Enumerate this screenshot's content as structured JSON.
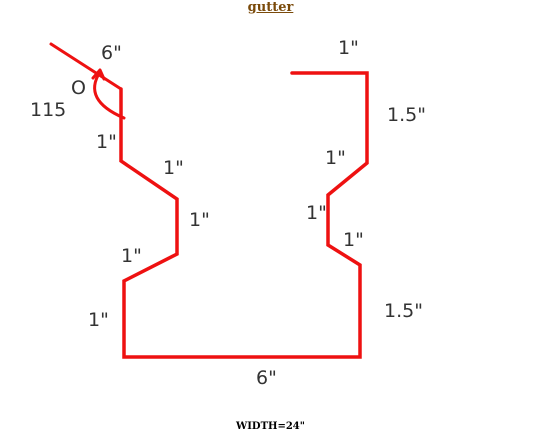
{
  "header": {
    "title_link": "gutter"
  },
  "diagram": {
    "stroke_color": "#ee1111",
    "labels": {
      "left_top": "6\"",
      "angle_zero": "O",
      "angle": "115",
      "left_seg1": "1\"",
      "left_seg2": "1\"",
      "left_seg3": "1\"",
      "left_seg4": "1\"",
      "left_seg5": "1\"",
      "bottom": "6\"",
      "right_top": "1\"",
      "right_seg1": "1.5\"",
      "right_seg2": "1\"",
      "right_seg3": "1\"",
      "right_seg4": "1\"",
      "right_seg5": "1.5\""
    }
  },
  "footer": {
    "width_note": "WIDTH=24\""
  }
}
